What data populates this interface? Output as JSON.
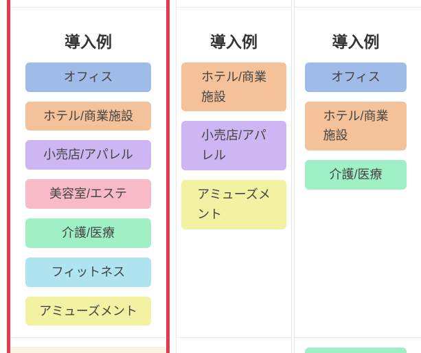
{
  "highlight": {
    "border_color": "#e8384d"
  },
  "columns": [
    {
      "heading": "導入例",
      "highlighted": true,
      "badges": [
        {
          "label": "オフィス",
          "color": "#9fbce8"
        },
        {
          "label": "ホテル/商業施設",
          "color": "#f4c199"
        },
        {
          "label": "小売店/アパレル",
          "color": "#cdb6f2"
        },
        {
          "label": "美容室/エステ",
          "color": "#f8bac6"
        },
        {
          "label": "介護/医療",
          "color": "#9ff0c5"
        },
        {
          "label": "フィットネス",
          "color": "#aee5f0"
        },
        {
          "label": "アミューズメント",
          "color": "#f2f2a2"
        }
      ],
      "next_row_peek_color": "#fcf3e2"
    },
    {
      "heading": "導入例",
      "highlighted": false,
      "badges": [
        {
          "label": "ホテル/商業\n施設",
          "color": "#f4c199"
        },
        {
          "label": "小売店/アパ\nレル",
          "color": "#cdb6f2"
        },
        {
          "label": "アミューズメ\nント",
          "color": "#f2f2a2"
        }
      ]
    },
    {
      "heading": "導入例",
      "highlighted": false,
      "badges": [
        {
          "label": "オフィス",
          "color": "#9fbce8"
        },
        {
          "label": "ホテル/商業\n施設",
          "color": "#f4c199"
        },
        {
          "label": "介護/医療",
          "color": "#9ff0c5"
        }
      ],
      "next_row_peek_color": "#9ff0c5"
    }
  ]
}
